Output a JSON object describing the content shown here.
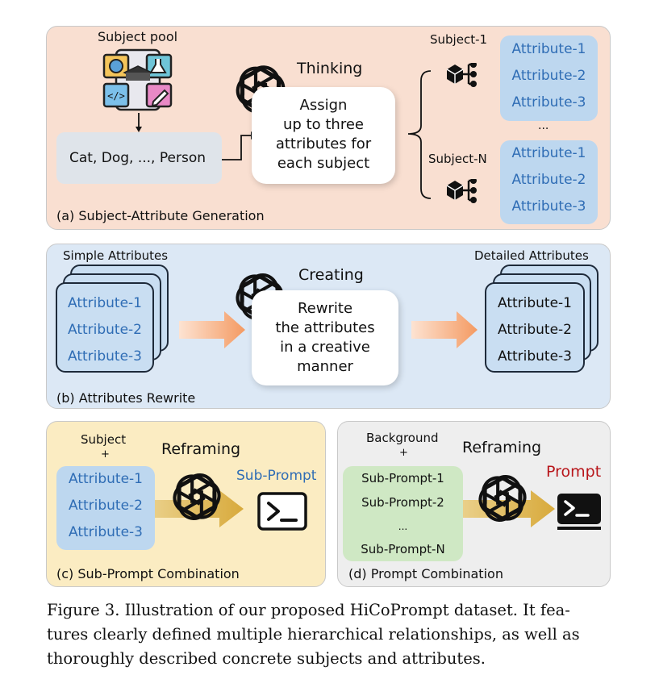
{
  "panel_a": {
    "subject_pool": "Subject pool",
    "subjects_list": "Cat, Dog, ..., Person",
    "thinking": "Thinking",
    "bubble": [
      "Assign",
      "up to three",
      "attributes for",
      "each subject"
    ],
    "subject_1": "Subject-1",
    "subject_n": "Subject-N",
    "attrs_1": [
      "Attribute-1",
      "Attribute-2",
      "Attribute-3"
    ],
    "ellipsis": "...",
    "attrs_n": [
      "Attribute-1",
      "Attribute-2",
      "Attribute-3"
    ],
    "label": "(a) Subject-Attribute Generation"
  },
  "panel_b": {
    "simple": "Simple Attributes",
    "detailed": "Detailed Attributes",
    "creating": "Creating",
    "bubble": [
      "Rewrite",
      "the attributes",
      "in a creative",
      "manner"
    ],
    "attrs_left": [
      "Attribute-1",
      "Attribute-2",
      "Attribute-3"
    ],
    "attrs_right": [
      "Attribute-1",
      "Attribute-2",
      "Attribute-3"
    ],
    "label": "(b) Attributes Rewrite"
  },
  "panel_c": {
    "subject": "Subject",
    "plus": "+",
    "reframing": "Reframing",
    "attrs": [
      "Attribute-1",
      "Attribute-2",
      "Attribute-3"
    ],
    "sub_prompt": "Sub-Prompt",
    "label": "(c) Sub-Prompt Combination"
  },
  "panel_d": {
    "background": "Background",
    "plus": "+",
    "reframing": "Reframing",
    "prompt": "Prompt",
    "items": [
      "Sub-Prompt-1",
      "Sub-Prompt-2",
      "...",
      "Sub-Prompt-N"
    ],
    "label": "(d) Prompt Combination"
  },
  "caption": [
    "Figure 3. Illustration of our proposed HiCoPrompt dataset. It fea-",
    "tures clearly defined multiple hierarchical relationships, as well as",
    "thoroughly described concrete subjects and attributes."
  ],
  "colors": {
    "panel_a_bg": "#f9dfd1",
    "panel_b_bg": "#dce8f5",
    "panel_c_bg": "#fbecc2",
    "panel_d_bg": "#eeeeee",
    "attr_blue_bg": "#bdd7ef",
    "attr_text": "#2f6db5",
    "prompt_red": "#b8161b",
    "green_box": "#cfe8c4"
  }
}
